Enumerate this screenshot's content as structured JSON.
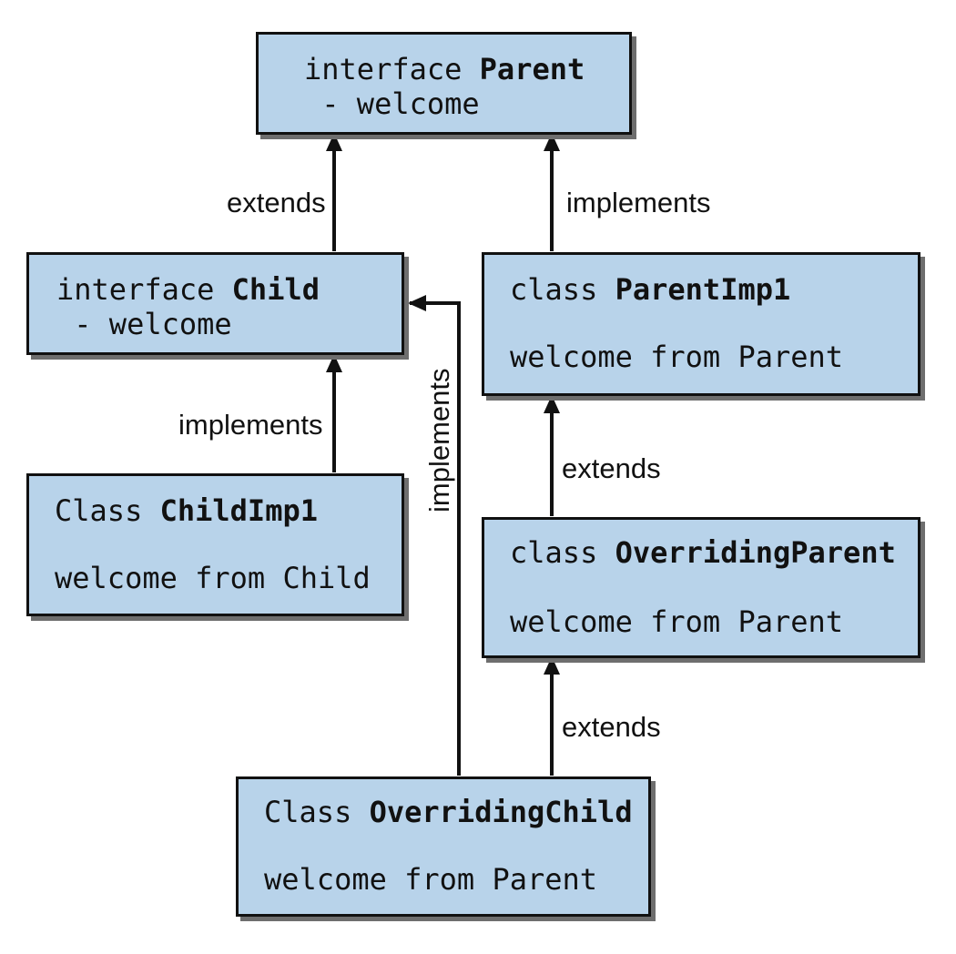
{
  "nodes": {
    "parent": {
      "kind": "interface",
      "name": "Parent",
      "member": " - welcome"
    },
    "child": {
      "kind": "interface",
      "name": "Child",
      "member": " - welcome"
    },
    "parent_imp1": {
      "kind": "class",
      "name": "ParentImp1",
      "member": "welcome from Parent"
    },
    "child_imp1": {
      "kind": "Class",
      "name": "ChildImp1",
      "member": "welcome from Child"
    },
    "overriding_parent": {
      "kind": "class",
      "name": "OverridingParent",
      "member": "welcome from Parent"
    },
    "overriding_child": {
      "kind": "Class",
      "name": "OverridingChild",
      "member": "welcome from Parent"
    }
  },
  "edges": {
    "child_to_parent": "extends",
    "parentimp1_to_parent": "implements",
    "childimp1_to_child": "implements",
    "overridingchild_to_child": "implements",
    "overridingparent_to_parentimp1": "extends",
    "overridingchild_to_overridingparent": "extends"
  },
  "colors": {
    "box_fill": "#b8d3ea",
    "stroke": "#111111",
    "shadow": "#6e6e6e"
  }
}
